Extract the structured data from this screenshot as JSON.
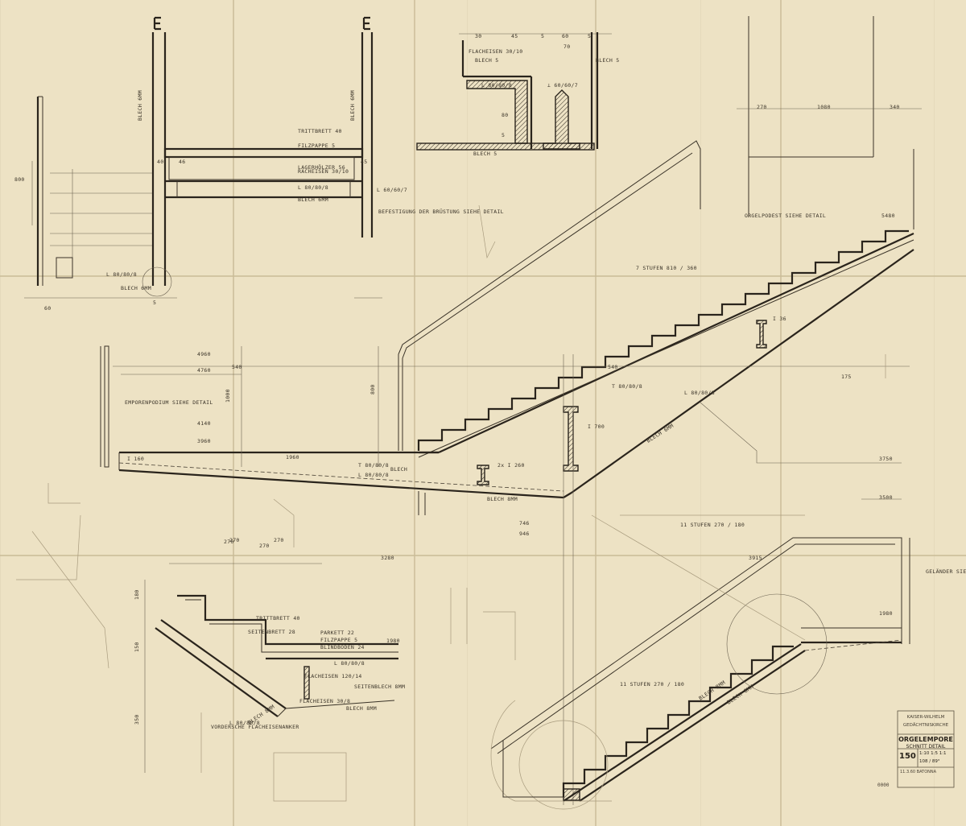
{
  "title_block": {
    "line1": "KAISER-WILHELM",
    "line2": "GEDÄCHTNISKIRCHE",
    "title": "ORGELEMPORE",
    "subtitle": "SCHNITT DETAIL",
    "sheet_no": "150",
    "scale": "1:10 1:5 1:1",
    "ref": "108 / 89³",
    "date": "11.3.60 BATONNA",
    "corner": "0000"
  },
  "section_marks": [
    "E",
    "E"
  ],
  "labels": {
    "top_detail": [
      "30",
      "45",
      "5",
      "60",
      "5",
      "70",
      "FLACHEISEN 30/10",
      "BLECH 5",
      "BLECH 5",
      "L 80/80/8",
      "⊥ 60/60/7",
      "80",
      "5",
      "BLECH 5"
    ],
    "section_left": [
      "800",
      "BLECH 6MM",
      "BLECH 6MM",
      "TRITTBRETT 40",
      "FILZPAPPE 5",
      "LAGERHÖLZER 56",
      "RACHEISEN 30/10",
      "L 80/80/8",
      "BLECH 6MM",
      "L 60/60/7",
      "BEFESTIGUNG DER BRÜSTUNG SIEHE DETAIL",
      "L 80/80/8",
      "BLECH 6MM",
      "40",
      "46",
      "45",
      "60",
      "5"
    ],
    "stair_upper": [
      "7 STUFEN 810 / 360",
      "ORGELPODEST SIEHE DETAIL",
      "5480",
      "I 36",
      "270",
      "1080",
      "340",
      "540",
      "175",
      "T 80/80/8",
      "L 80/80/8",
      "BLECH 6MM"
    ],
    "stair_main": [
      "4960",
      "4760",
      "4140",
      "3960",
      "1960",
      "I 160",
      "T 80/80/8",
      "L 80/80/8",
      "BLECH",
      "BLECH 8MM",
      "I 700",
      "2x I 260",
      "EMPORENPODIUM SIEHE DETAIL",
      "3750",
      "3500",
      "11 STUFEN 270 / 180",
      "800",
      "1000",
      "270",
      "540",
      "746",
      "946",
      "3280",
      "270"
    ],
    "stair_lower": [
      "11 STUFEN 270 / 180",
      "BLECH 8MM",
      "BLECH 8MM",
      "GELÄNDER SIEHE DETAIL",
      "1980",
      "3915"
    ],
    "detail_lower_left": [
      "TRITTBRETT 40",
      "SEITENBRETT 28",
      "PARKETT 22",
      "FILZPAPPE 5",
      "BLINDBODEN 24",
      "1980",
      "L 80/80/8",
      "FLACHEISEN 120/14",
      "FLACHEISEN 30/8",
      "SEITENBLECH 8MM",
      "BLECH 8MM",
      "BLECH 8MM",
      "L 80/80/8",
      "VORDERSCHE FLACHEISENANKER",
      "270",
      "270",
      "180",
      "150",
      "350"
    ]
  },
  "colors": {
    "paper": "#ede2c4",
    "ink": "#2a241c",
    "pencil": "#a89b7e"
  }
}
